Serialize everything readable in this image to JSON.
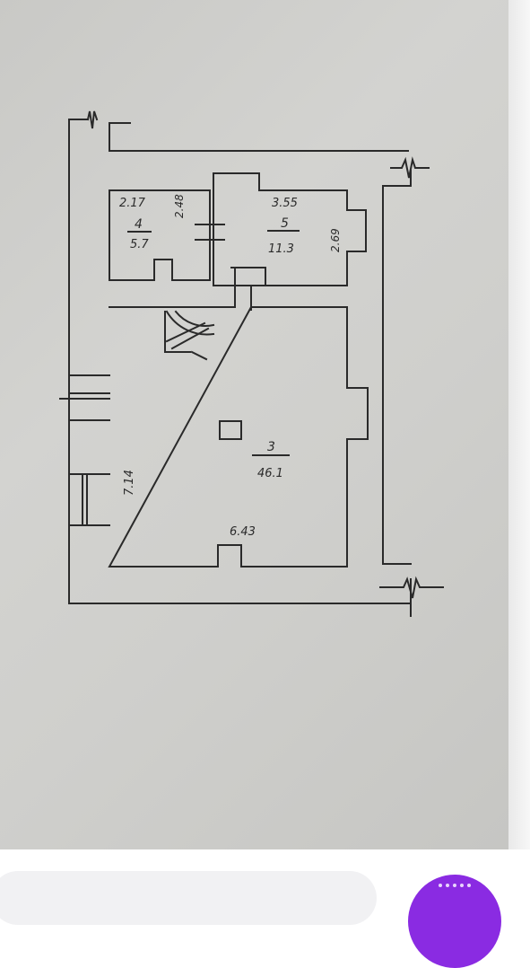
{
  "floor_plan": {
    "rooms": [
      {
        "number": "4",
        "area": "5.7",
        "width": "2.17",
        "depth": "2.48"
      },
      {
        "number": "5",
        "area": "11.3",
        "width": "3.55",
        "depth": "2.69"
      },
      {
        "number": "3",
        "area": "46.1",
        "width": "6.43",
        "depth": "7.14"
      }
    ]
  },
  "colors": {
    "paper": "#cfcfcc",
    "ink": "#2b2b2b",
    "fab": "#8a2be2",
    "bottom_bar": "#f1f1f3"
  },
  "icons": {
    "fab": "dots-icon"
  }
}
